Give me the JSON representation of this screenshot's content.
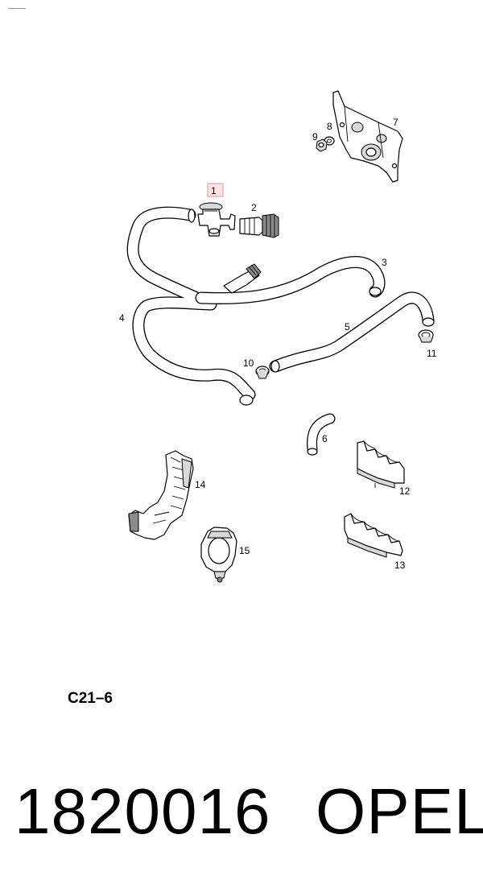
{
  "diagram": {
    "callouts": [
      {
        "id": "1",
        "label": "1",
        "highlighted": true
      },
      {
        "id": "2",
        "label": "2"
      },
      {
        "id": "3",
        "label": "3"
      },
      {
        "id": "4",
        "label": "4"
      },
      {
        "id": "5",
        "label": "5"
      },
      {
        "id": "6",
        "label": "6"
      },
      {
        "id": "7",
        "label": "7"
      },
      {
        "id": "8",
        "label": "8"
      },
      {
        "id": "9",
        "label": "9"
      },
      {
        "id": "10",
        "label": "10"
      },
      {
        "id": "11",
        "label": "11"
      },
      {
        "id": "12",
        "label": "12"
      },
      {
        "id": "13",
        "label": "13"
      },
      {
        "id": "14",
        "label": "14"
      },
      {
        "id": "15",
        "label": "15"
      }
    ],
    "code": "C21–6",
    "highlight_color": "#e8a0a8",
    "highlight_fill": "#fbe3e6"
  },
  "footer": {
    "part_number": "1820016",
    "brand": "OPEL"
  }
}
